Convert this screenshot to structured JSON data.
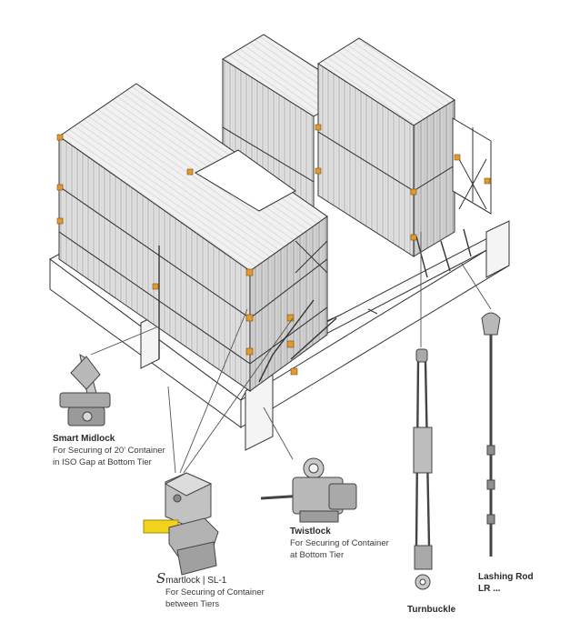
{
  "labels": {
    "smart_midlock": {
      "title": "Smart Midlock",
      "desc": [
        "For Securing of 20’ Container",
        "in ISO Gap at Bottom Tier"
      ]
    },
    "smartlock": {
      "title_s": "S",
      "title_rest": "martlock",
      "suffix": " | SL-1",
      "desc": [
        "For Securing of Container",
        "between Tiers"
      ]
    },
    "twistlock": {
      "title": "Twistlock",
      "desc": [
        "For Securing of Container",
        "at Bottom Tier"
      ]
    },
    "turnbuckle": {
      "title": "Turnbuckle"
    },
    "lashing_rod": {
      "title": "Lashing Rod",
      "subtitle": "LR ..."
    }
  },
  "colors": {
    "container_face": "#e4e4e4",
    "container_side": "#cfcfcf",
    "container_top": "#f2f2f2",
    "corner_casting": "#e39a2d",
    "outline": "#333333",
    "smartlock_tag": "#f2d21b"
  }
}
